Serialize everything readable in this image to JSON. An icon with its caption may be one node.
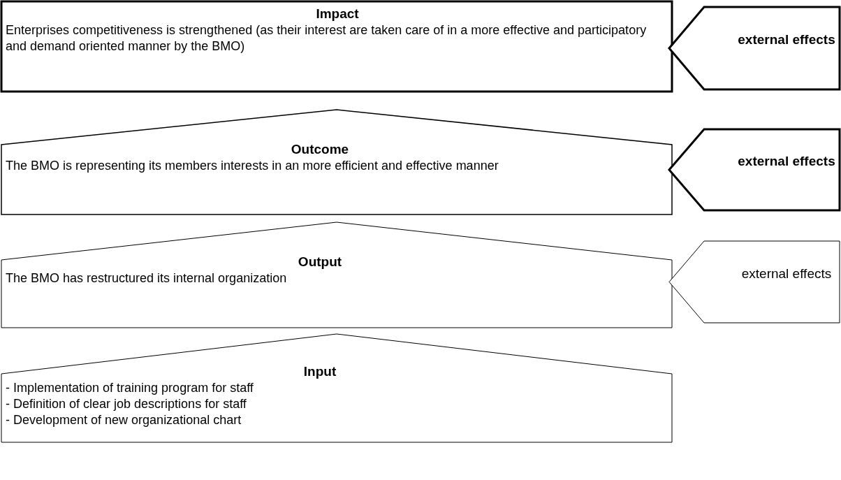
{
  "diagram": {
    "nodes": [
      {
        "text": [
          "Impact",
          "Enterprises competitiveness is strengthened (as their interest are taken care of in a more effective and participatory and demand oriented manner by the BMO)"
        ]
      },
      {
        "text": [
          "Outcome",
          "The BMO is representing its members interests in an more efficient and effective manner"
        ]
      },
      {
        "text": [
          "Output",
          "The BMO has restructured its internal organization"
        ]
      },
      {
        "text": [
          "Input",
          "- Implementation of training program for staff",
          "- Definition of clear job descriptions for staff",
          "- Development of new organizational chart"
        ]
      },
      {
        "text": [
          "external effects"
        ]
      },
      {
        "text": [
          "external effects"
        ]
      },
      {
        "text": [
          "external effects"
        ]
      }
    ]
  }
}
